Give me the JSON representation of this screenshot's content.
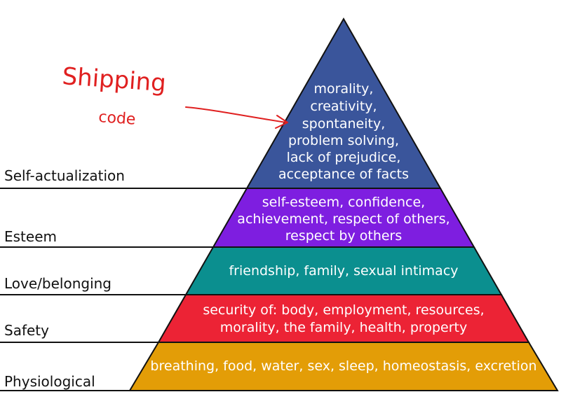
{
  "colors": {
    "self_actualization": "#3a559b",
    "esteem": "#7e1ee0",
    "love": "#0b8f8f",
    "safety": "#ec2335",
    "physiological": "#e39d07",
    "outline": "#111111",
    "annotation": "#e02020"
  },
  "levels": [
    {
      "label": "Self-actualization",
      "lines": [
        "morality,",
        "creativity,",
        "spontaneity,",
        "problem solving,",
        "lack of prejudice,",
        "acceptance of facts"
      ]
    },
    {
      "label": "Esteem",
      "lines": [
        "self-esteem, confidence,",
        "achievement, respect of others,",
        "respect by others"
      ]
    },
    {
      "label": "Love/belonging",
      "lines": [
        "friendship, family, sexual intimacy"
      ]
    },
    {
      "label": "Safety",
      "lines": [
        "security of: body, employment, resources,",
        "morality, the family, health, property"
      ]
    },
    {
      "label": "Physiological",
      "lines": [
        "breathing, food, water, sex, sleep, homeostasis, excretion"
      ]
    }
  ],
  "annotation": {
    "title": "Shipping",
    "subtitle": "code"
  }
}
